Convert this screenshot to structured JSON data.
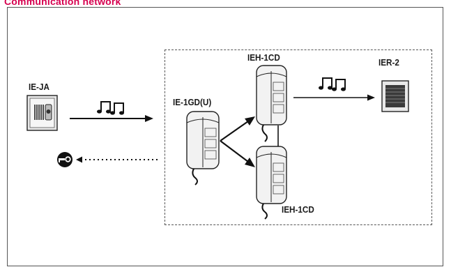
{
  "header": {
    "title": "Communication network"
  },
  "devices": {
    "door_station": {
      "label": "IE-JA",
      "icon": "door-station-icon"
    },
    "master_station": {
      "label": "IE-1GD(U)",
      "icon": "master-handset-icon"
    },
    "sub_station_top": {
      "label": "IEH-1CD",
      "icon": "sub-handset-icon"
    },
    "sub_station_bottom": {
      "label": "IEH-1CD",
      "icon": "sub-handset-icon"
    },
    "speaker": {
      "label": "IER-2",
      "icon": "speaker-icon"
    }
  },
  "symbols": {
    "chime_left": "music-notes-icon",
    "chime_right": "music-notes-icon",
    "door_release": "key-icon"
  },
  "colors": {
    "title": "#d6004f",
    "lines": "#1a1a1a"
  }
}
